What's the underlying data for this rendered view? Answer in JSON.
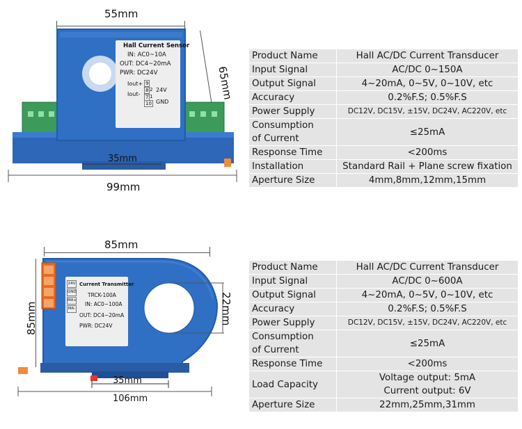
{
  "top": {
    "dims": {
      "width": "55mm",
      "height": "65mm",
      "base": "99mm",
      "rail": "35mm"
    },
    "label": {
      "title": "Hall Current Sensor",
      "in": "IN: AC0~10A",
      "out": "OUT: DC4~20mA",
      "pwr": "PWR: DC24V",
      "iout_plus": "Iout+",
      "iout_minus": "Iout-",
      "pins_top": [
        "9",
        "8"
      ],
      "pins_bottom": [
        "7",
        "10"
      ],
      "pin_right_top": "2",
      "pin_right_bottom": "1",
      "v24": "24V",
      "gnd": "GND"
    },
    "specs": [
      {
        "key": "Product Name",
        "value": "Hall AC/DC Current Transducer"
      },
      {
        "key": "Input Signal",
        "value": "AC/DC 0~150A"
      },
      {
        "key": "Output Signal",
        "value": "4~20mA, 0~5V, 0~10V, etc"
      },
      {
        "key": "Accuracy",
        "value": "0.2%F.S; 0.5%F.S"
      },
      {
        "key": "Power Supply",
        "value": "DC12V, DC15V, ±15V, DC24V, AC220V, etc"
      },
      {
        "key": "Consumption\nof Current",
        "value": "≤25mA"
      },
      {
        "key": "Response Time",
        "value": "<200ms"
      },
      {
        "key": "Installation",
        "value": "Standard Rail + Plane screw fixation"
      },
      {
        "key": "Aperture Size",
        "value": "4mm,8mm,12mm,15mm"
      }
    ]
  },
  "bottom": {
    "dims": {
      "width": "85mm",
      "height": "85mm",
      "aperture": "22mm",
      "rail": "35mm",
      "base": "106mm"
    },
    "label": {
      "side_tags": [
        "24V",
        "GND",
        "MA+",
        "MA-"
      ],
      "title": "Current Transmitter",
      "model": "TRCK-100A",
      "in": "IN: AC0~100A",
      "out": "OUT: DC4~20mA",
      "pwr": "PWR: DC24V"
    },
    "specs": [
      {
        "key": "Product Name",
        "value": "Hall AC/DC Current Transducer"
      },
      {
        "key": "Input Signal",
        "value": "AC/DC 0~600A"
      },
      {
        "key": "Output Signal",
        "value": "4~20mA, 0~5V, 0~10V, etc"
      },
      {
        "key": "Accuracy",
        "value": "0.2%F.S; 0.5%F.S"
      },
      {
        "key": "Power Supply",
        "value": "DC12V, DC15V, ±15V, DC24V, AC220V, etc"
      },
      {
        "key": "Consumption\nof Current",
        "value": "≤25mA"
      },
      {
        "key": "Response Time",
        "value": "<200ms"
      },
      {
        "key": "Load Capacity",
        "value": "Voltage output: 5mA\nCurrent output: 6V"
      },
      {
        "key": "Aperture Size",
        "value": "22mm,25mm,31mm"
      }
    ]
  },
  "colors": {
    "device_blue": "#2f6fc4",
    "terminal_green": "#3c9a5a",
    "terminal_orange": "#f28a3a",
    "table_bg": "#e4e4e4"
  }
}
